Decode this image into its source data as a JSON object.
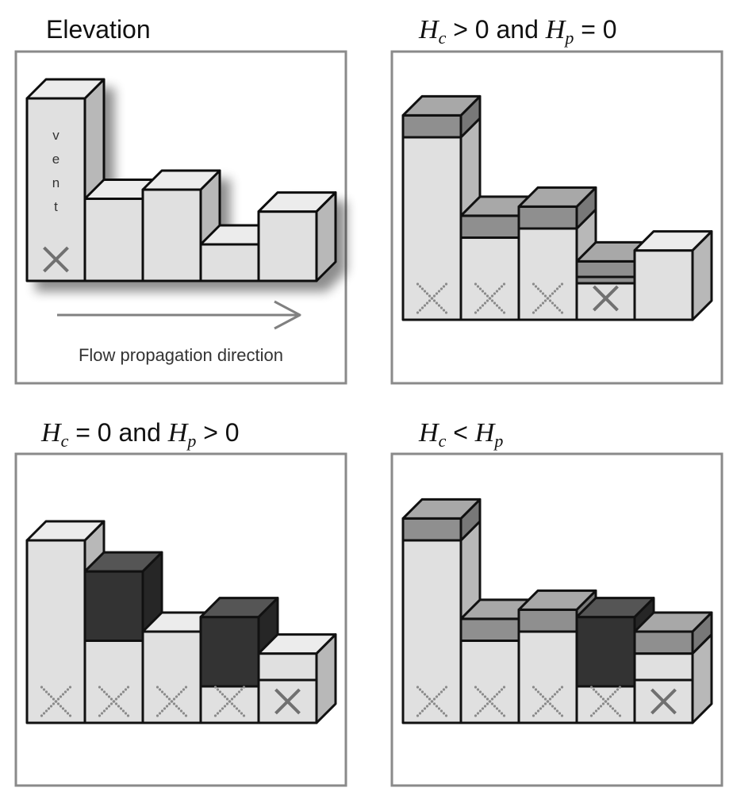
{
  "panels": [
    {
      "id": "elevation",
      "title": [
        {
          "t": "Elevation",
          "s": "n"
        }
      ],
      "vent_label": [
        "v",
        "e",
        "n",
        "t"
      ],
      "flow_label": "Flow propagation direction",
      "columns": [
        {
          "base": 10,
          "cap": 0,
          "cap_tone": "none",
          "marker": "vent-x"
        },
        {
          "base": 4.5,
          "cap": 0,
          "cap_tone": "none",
          "marker": "none"
        },
        {
          "base": 5,
          "cap": 0,
          "cap_tone": "none",
          "marker": "none"
        },
        {
          "base": 2,
          "cap": 0,
          "cap_tone": "none",
          "marker": "none"
        },
        {
          "base": 3.8,
          "cap": 0,
          "cap_tone": "none",
          "marker": "none"
        }
      ]
    },
    {
      "id": "hc-pos-hp-zero",
      "title": [
        {
          "t": "H",
          "s": "i"
        },
        {
          "t": "c",
          "s": "b"
        },
        {
          "t": " > 0 and ",
          "s": "n"
        },
        {
          "t": "H",
          "s": "i"
        },
        {
          "t": "p",
          "s": "b"
        },
        {
          "t": " = 0",
          "s": "n"
        }
      ],
      "columns": [
        {
          "base": 10,
          "cap": 1.2,
          "cap_tone": "grey",
          "marker": "dotted-x"
        },
        {
          "base": 4.5,
          "cap": 1.2,
          "cap_tone": "grey",
          "marker": "dotted-x"
        },
        {
          "base": 5,
          "cap": 1.2,
          "cap_tone": "grey",
          "marker": "dotted-x"
        },
        {
          "base": 2,
          "cap": 1.2,
          "cap_tone": "grey",
          "marker": "x"
        },
        {
          "base": 3.8,
          "cap": 0,
          "cap_tone": "none",
          "marker": "none"
        }
      ]
    },
    {
      "id": "hc-zero-hp-pos",
      "title": [
        {
          "t": "H",
          "s": "i"
        },
        {
          "t": "c",
          "s": "b"
        },
        {
          "t": " = 0 and ",
          "s": "n"
        },
        {
          "t": "H",
          "s": "i"
        },
        {
          "t": "p",
          "s": "b"
        },
        {
          "t": " > 0",
          "s": "n"
        }
      ],
      "columns": [
        {
          "base": 10,
          "cap": 0,
          "cap_tone": "none",
          "marker": "dotted-x"
        },
        {
          "base": 4.5,
          "cap": 3.8,
          "cap_tone": "dark",
          "marker": "dotted-x"
        },
        {
          "base": 5,
          "cap": 0,
          "cap_tone": "none",
          "marker": "dotted-x"
        },
        {
          "base": 2,
          "cap": 3.8,
          "cap_tone": "dark",
          "marker": "dotted-x"
        },
        {
          "base": 3.8,
          "cap": 0,
          "cap_tone": "none",
          "marker": "x"
        }
      ]
    },
    {
      "id": "hc-lt-hp",
      "title": [
        {
          "t": "H",
          "s": "i"
        },
        {
          "t": "c",
          "s": "b"
        },
        {
          "t": " < ",
          "s": "n"
        },
        {
          "t": "H",
          "s": "i"
        },
        {
          "t": "p",
          "s": "b"
        }
      ],
      "columns": [
        {
          "base": 10,
          "cap": 1.2,
          "cap_tone": "grey",
          "marker": "dotted-x"
        },
        {
          "base": 4.5,
          "cap": 1.2,
          "cap_tone": "grey",
          "marker": "dotted-x"
        },
        {
          "base": 5,
          "cap": 1.2,
          "cap_tone": "grey",
          "marker": "dotted-x"
        },
        {
          "base": 2,
          "cap": 3.8,
          "cap_tone": "dark",
          "marker": "dotted-x"
        },
        {
          "base": 3.8,
          "cap": 1.2,
          "cap_tone": "grey",
          "marker": "x"
        }
      ]
    }
  ],
  "colors": {
    "face": "#e0e0e0",
    "top": "#ececec",
    "side": "#b8b8b8",
    "grey_cap": "#8f8f8f",
    "grey_cap_top": "#a8a8a8",
    "grey_cap_side": "#787878",
    "dark_cap": "#333333",
    "dark_cap_top": "#555555",
    "dark_cap_side": "#262626",
    "edge": "#111111",
    "frame": "#8a8a8a",
    "arrow": "#808080",
    "marker": "#707070",
    "dots": "#8a8a8a"
  }
}
